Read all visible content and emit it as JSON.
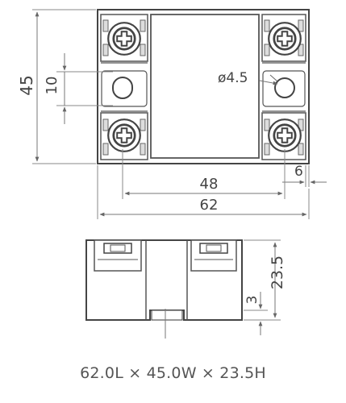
{
  "top_view": {
    "height_dim": "45",
    "hole_spacing_dim": "10",
    "hole_diameter_dim": "ø4.5",
    "terminal_width_dim": "6",
    "hole_pitch_dim": "48",
    "length_dim": "62"
  },
  "side_view": {
    "height_dim": "23.5",
    "base_dim": "3"
  },
  "caption": "62.0L × 45.0W × 23.5H",
  "colors": {
    "outline": "#444444",
    "dim_line": "#888888",
    "text": "#444444",
    "background": "#ffffff"
  }
}
